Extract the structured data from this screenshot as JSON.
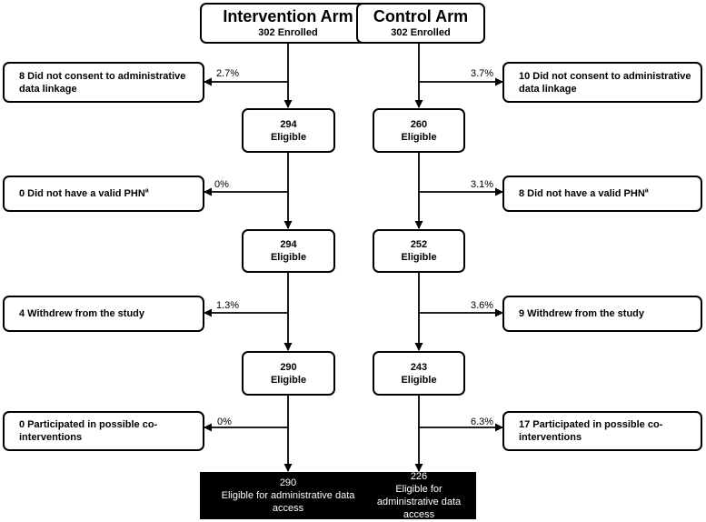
{
  "intervention": {
    "title": "Intervention Arm",
    "enrolled": "302 Enrolled",
    "exclusions": [
      {
        "text": "8 Did not consent to administrative data linkage",
        "pct": "2.7%"
      },
      {
        "text": "0 Did not have a valid PHN",
        "sup": "a",
        "pct": "0%"
      },
      {
        "text": "4 Withdrew from the study",
        "pct": "1.3%"
      },
      {
        "text": "0 Participated in possible co-interventions",
        "pct": "0%"
      }
    ],
    "stages": [
      {
        "count": "294",
        "label": "Eligible"
      },
      {
        "count": "294",
        "label": "Eligible"
      },
      {
        "count": "290",
        "label": "Eligible"
      }
    ],
    "final": {
      "count": "290",
      "label": "Eligible for administrative data access"
    }
  },
  "control": {
    "title": "Control Arm",
    "enrolled": "302 Enrolled",
    "exclusions": [
      {
        "text": "10 Did not consent to administrative data linkage",
        "pct": "3.7%"
      },
      {
        "text": "8 Did not have a valid PHN",
        "sup": "a",
        "pct": "3.1%"
      },
      {
        "text": "9 Withdrew from the study",
        "pct": "3.6%"
      },
      {
        "text": "17 Participated in possible co-interventions",
        "pct": "6.3%"
      }
    ],
    "stages": [
      {
        "count": "260",
        "label": "Eligible"
      },
      {
        "count": "252",
        "label": "Eligible"
      },
      {
        "count": "243",
        "label": "Eligible"
      }
    ],
    "final": {
      "count": "226",
      "label": "Eligible for administrative data access"
    }
  }
}
